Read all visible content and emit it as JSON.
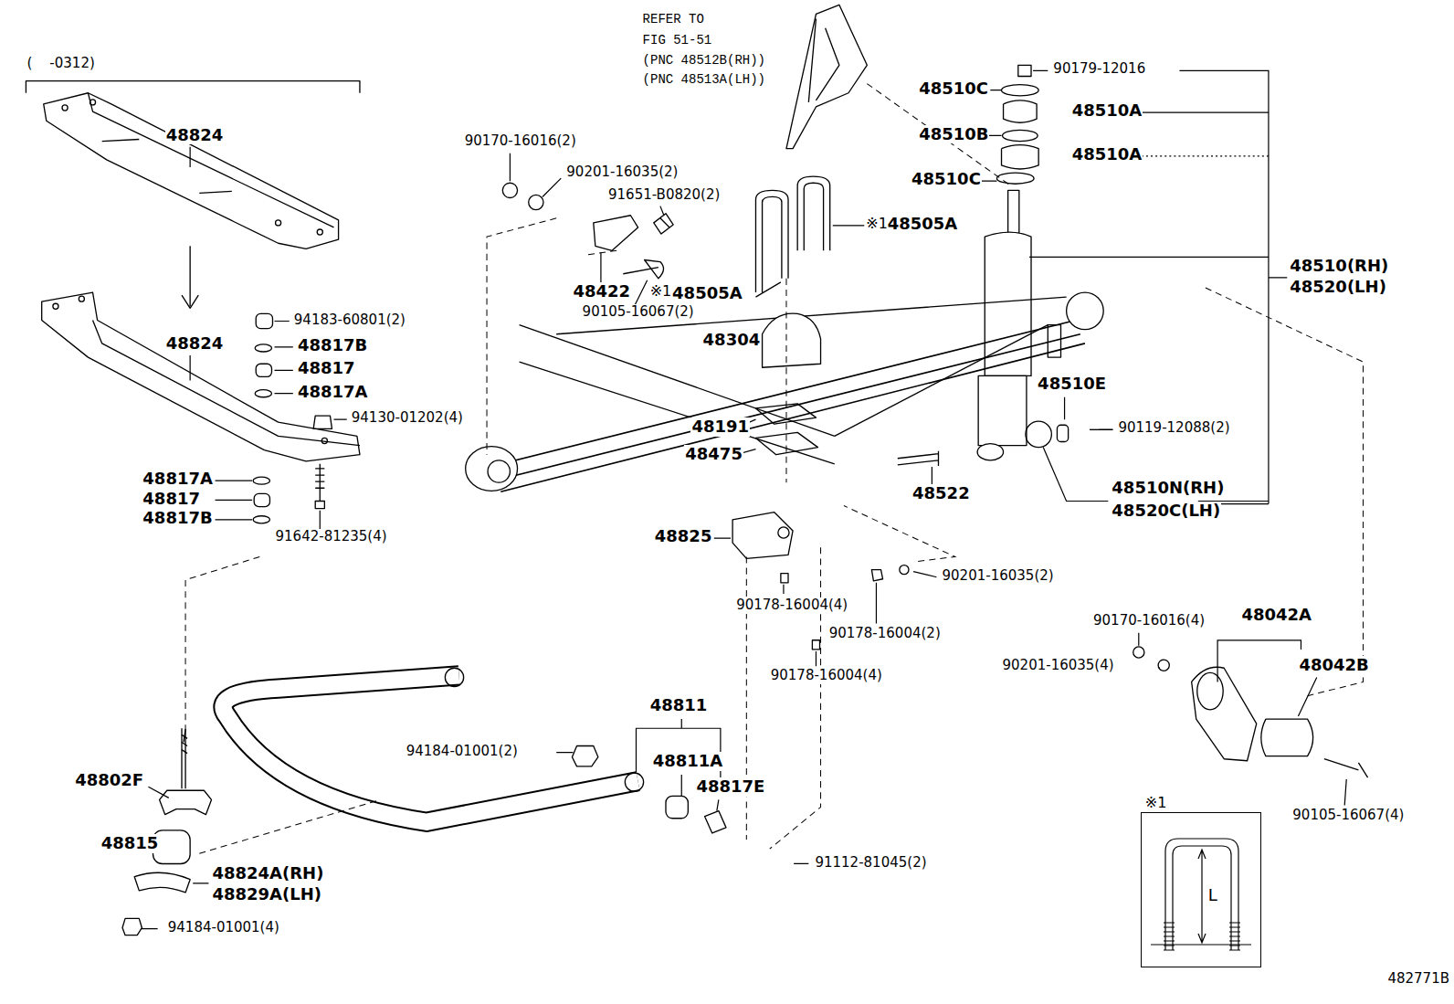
{
  "diagram": {
    "nodes": [
      {
        "text": [
          "※1",
          "L"
        ]
      }
    ],
    "labels": [
      "(    -0312)",
      "REFER TO",
      "FIG 51-51",
      "(PNC 48512B(RH))",
      "(PNC 48513A(LH))",
      "90179-12016",
      "48510C",
      "48510A",
      "48824",
      "48510B",
      "90170-16016(2)",
      "48510A",
      "90201-16035(2)",
      "48510C",
      "91651-B0820(2)",
      "※1",
      "48505A",
      "48510(RH)",
      "48520(LH)",
      "48422",
      "※1",
      "48505A",
      "90105-16067(2)",
      "94183-60801(2)",
      "48304",
      "48824",
      "48817B",
      "48817",
      "48510E",
      "48817A",
      "94130-01202(4)",
      "48191",
      "90119-12088(2)",
      "48475",
      "48817A",
      "48510N(RH)",
      "48522",
      "48817",
      "48520C(LH)",
      "48817B",
      "91642-81235(4)",
      "48825",
      "90201-16035(2)",
      "90178-16004(4)",
      "48042A",
      "90170-16016(4)",
      "90178-16004(2)",
      "90201-16035(4)",
      "48042B",
      "90178-16004(4)",
      "48811",
      "94184-01001(2)",
      "48811A",
      "48802F",
      "48817E",
      "90105-16067(4)",
      "48815",
      "91112-81045(2)",
      "48824A(RH)",
      "48829A(LH)",
      "94184-01001(4)",
      "482771B"
    ]
  }
}
